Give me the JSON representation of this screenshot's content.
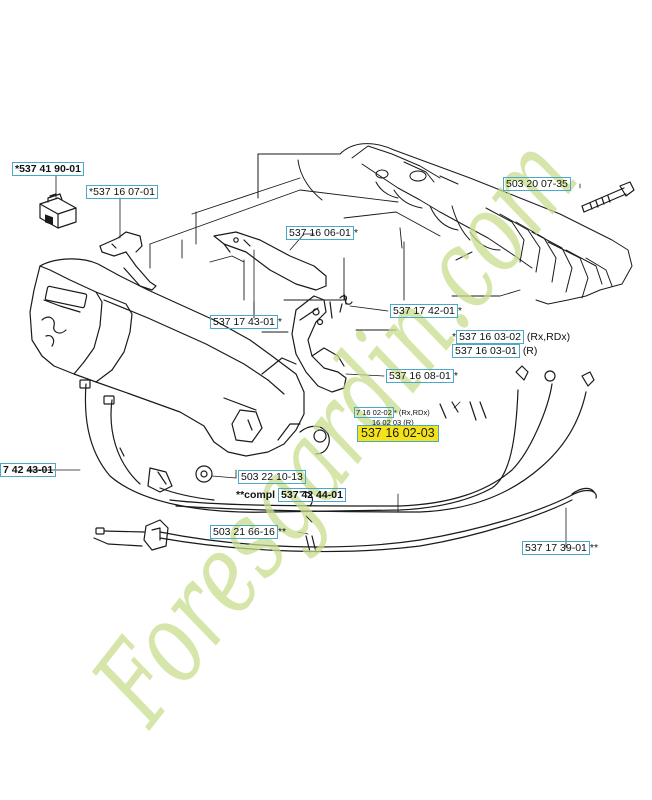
{
  "labels": {
    "l_537_41_90_01": "537 41 90-01",
    "l_537_16_07_01": "537 16 07-01",
    "l_537_16_06_01": "537 16 06-01",
    "l_537_17_43_01": "537 17 43-01",
    "l_537_17_42_01": "537 17 42-01",
    "l_537_16_03_02": "537 16 03-02",
    "l_537_16_03_01": "537 16 03-01",
    "l_537_16_08_01": "537 16 08-01",
    "l_537_16_02_02": "7 16 02-02",
    "l_537_16_02_03_under": "16 02 03",
    "l_537_16_02_03": "537 16 02-03",
    "l_503_20_07_35": "503 20 07-35",
    "l_537_42_43_01": "7 42 43-01",
    "l_503_22_10_13": "503 22 10-13",
    "l_537_42_44_01": "537 42 44-01",
    "l_503_21_66_16": "503 21 66-16",
    "l_537_17_39_01": "537 17 39-01"
  },
  "marks": {
    "star": "*",
    "double_star": "**",
    "compl_prefix": "**compl",
    "rx_rdx": "(Rx,RDx)",
    "rx_rdx_small": "(Rx,RDx)",
    "r": "(R)",
    "r_small": "(R)"
  },
  "watermark": {
    "text": "Foresgardin.com",
    "color": "#c8dd8e"
  },
  "colors": {
    "label_border": "#4aa8c8",
    "highlight": "#f4e21a",
    "line": "#1a1a1a"
  }
}
